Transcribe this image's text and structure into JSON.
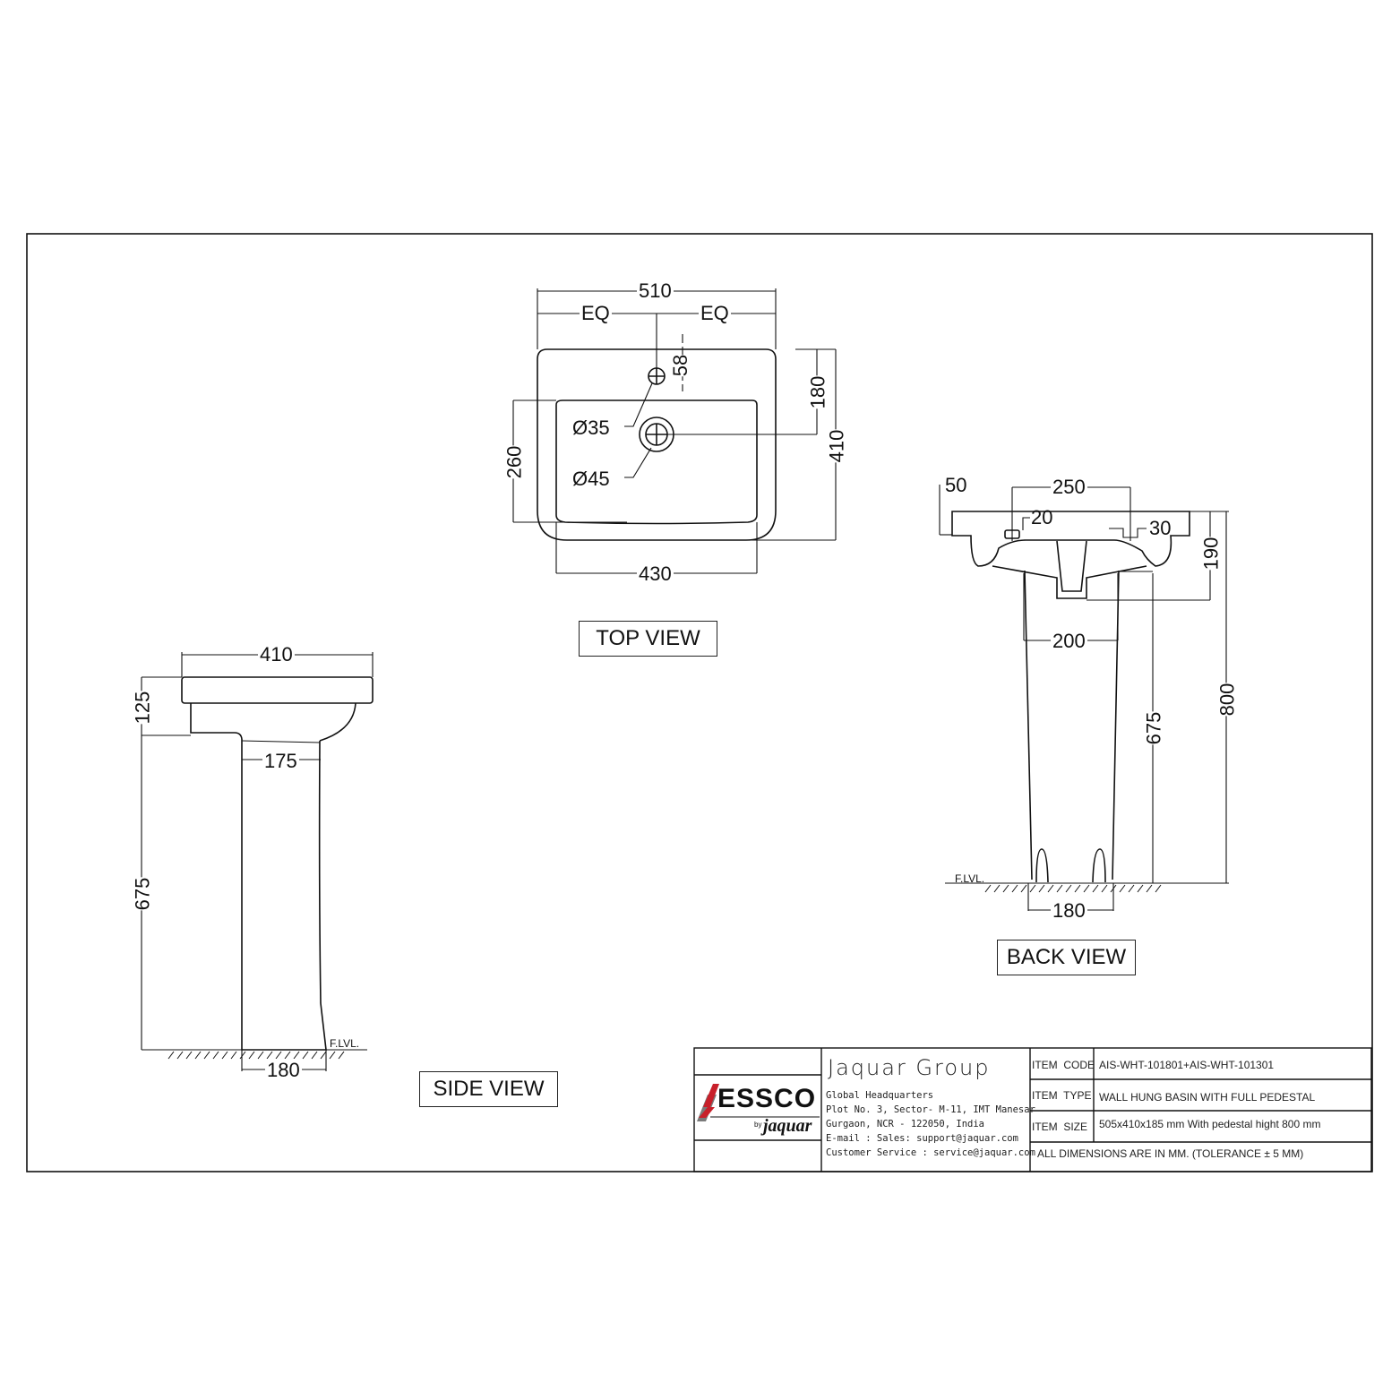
{
  "views": {
    "top": {
      "label": "TOP VIEW",
      "dims": {
        "overall_width": "510",
        "eq_left": "EQ",
        "eq_right": "EQ",
        "tap_offset": "58",
        "waste_offset": "180",
        "overall_depth": "410",
        "bowl_depth": "260",
        "bowl_width": "430",
        "tap_hole": "Ø35",
        "waste_hole": "Ø45"
      }
    },
    "side": {
      "label": "SIDE VIEW",
      "dims": {
        "depth": "410",
        "basin_height": "125",
        "pedestal_top": "175",
        "pedestal_height": "675",
        "pedestal_base": "180"
      },
      "floor_label": "F.LVL."
    },
    "back": {
      "label": "BACK VIEW",
      "dims": {
        "wall_offset": "50",
        "fixing_spacing": "250",
        "fixing_left": "20",
        "fixing_right": "30",
        "basin_height": "190",
        "pedestal_top": "200",
        "pedestal_height": "675",
        "overall_height": "800",
        "pedestal_base": "180"
      },
      "floor_label": "F.LVL."
    }
  },
  "title_block": {
    "logo": {
      "brand": "ESSCO",
      "sub": "jaquar",
      "prefix": "by"
    },
    "company": "Jaquar Group",
    "address": [
      "Global Headquarters",
      "Plot No. 3, Sector- M-11, IMT Manesar",
      "Gurgaon, NCR - 122050, India",
      "E-mail : Sales: support@jaquar.com",
      "Customer Service : service@jaquar.com"
    ],
    "rows": [
      {
        "key": "ITEM  CODE",
        "value": "AIS-WHT-101801+AIS-WHT-101301"
      },
      {
        "key": "ITEM  TYPE",
        "value": "WALL HUNG BASIN WITH FULL PEDESTAL"
      },
      {
        "key": "ITEM  SIZE",
        "value": "505x410x185 mm With pedestal hight 800 mm"
      }
    ],
    "note": "ALL DIMENSIONS ARE IN MM. (TOLERANCE ± 5 MM)"
  },
  "colors": {
    "line": "#111111",
    "logo_red": "#c8202a",
    "logo_grey": "#7a7a7a"
  }
}
